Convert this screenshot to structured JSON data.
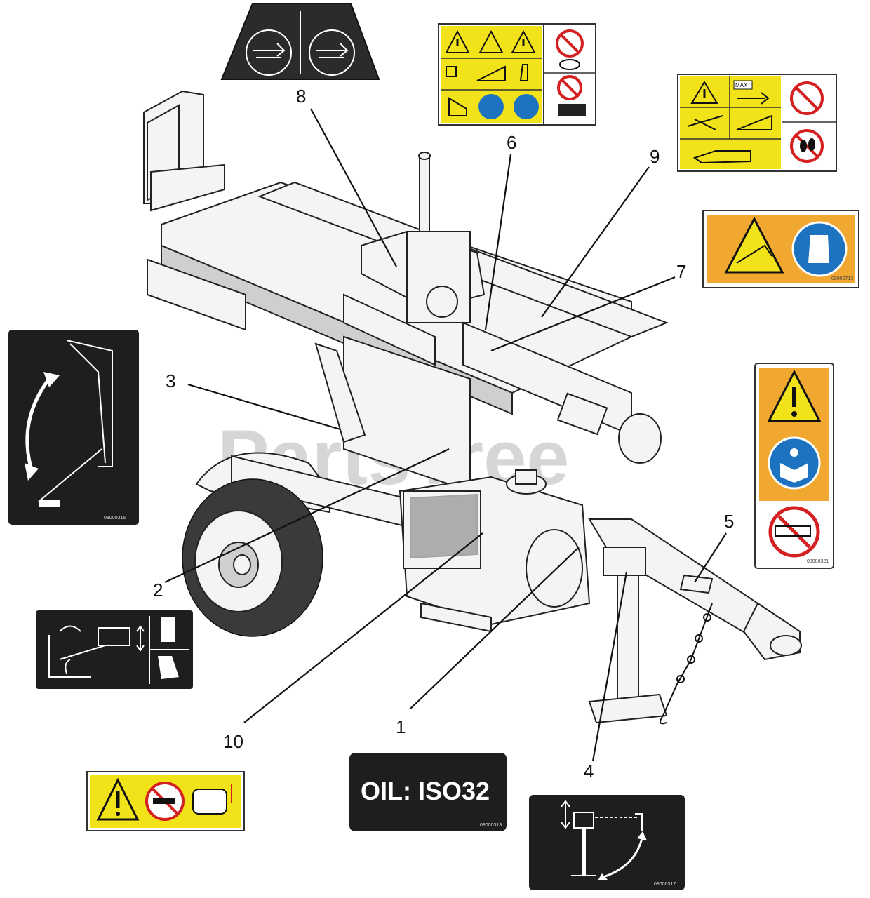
{
  "watermark": "PartsTree",
  "callouts": [
    "1",
    "2",
    "3",
    "4",
    "5",
    "6",
    "7",
    "8",
    "9",
    "10"
  ],
  "oil_label": "OIL: ISO32",
  "decal_codes": {
    "handle": "08000316",
    "oil": "08000313",
    "jack": "08000317",
    "side": "08000321",
    "gloves": "08000713",
    "max": "MAX"
  },
  "colors": {
    "warning_yellow": "#f2e21a",
    "orange": "#f0a830",
    "mandatory_blue": "#1e73c0",
    "prohibition_red": "#d42020",
    "decal_black": "#1e1e1e"
  }
}
